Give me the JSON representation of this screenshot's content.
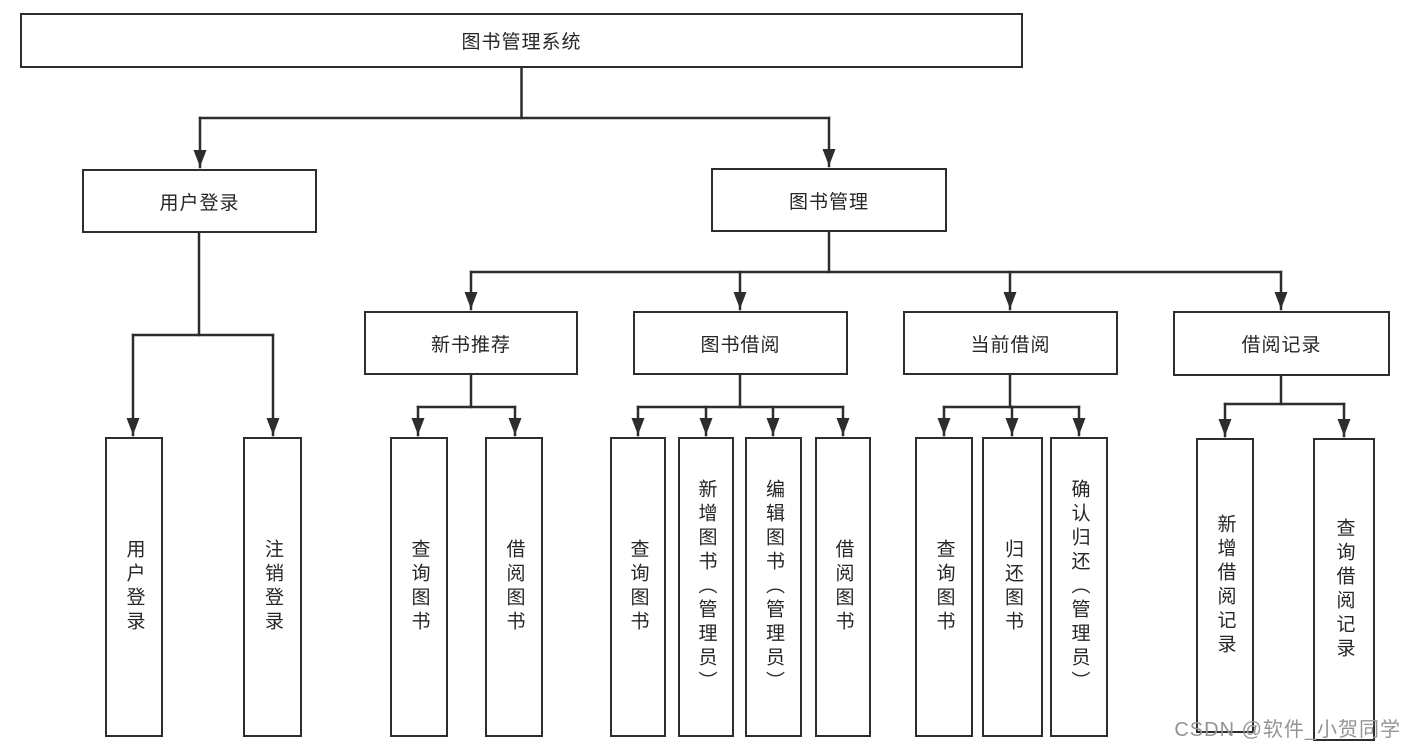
{
  "colors": {
    "line": "#2d2d2d",
    "box_border": "#2d2d2d",
    "text": "#262626",
    "background": "#ffffff",
    "watermark": "#949494"
  },
  "diagram": {
    "root": {
      "label": "图书管理系统"
    },
    "branches": [
      {
        "label": "用户登录",
        "children": [
          {
            "label": "用户登录"
          },
          {
            "label": "注销登录"
          }
        ]
      },
      {
        "label": "图书管理",
        "children": [
          {
            "label": "新书推荐",
            "children": [
              {
                "label": "查询图书"
              },
              {
                "label": "借阅图书"
              }
            ]
          },
          {
            "label": "图书借阅",
            "children": [
              {
                "label": "查询图书"
              },
              {
                "label": "新增图书（管理员）"
              },
              {
                "label": "编辑图书（管理员）"
              },
              {
                "label": "借阅图书"
              }
            ]
          },
          {
            "label": "当前借阅",
            "children": [
              {
                "label": "查询图书"
              },
              {
                "label": "归还图书"
              },
              {
                "label": "确认归还（管理员）"
              }
            ]
          },
          {
            "label": "借阅记录",
            "children": [
              {
                "label": "新增借阅记录"
              },
              {
                "label": "查询借阅记录"
              }
            ]
          }
        ]
      }
    ]
  },
  "watermark": {
    "text": "CSDN @软件_小贺同学"
  }
}
